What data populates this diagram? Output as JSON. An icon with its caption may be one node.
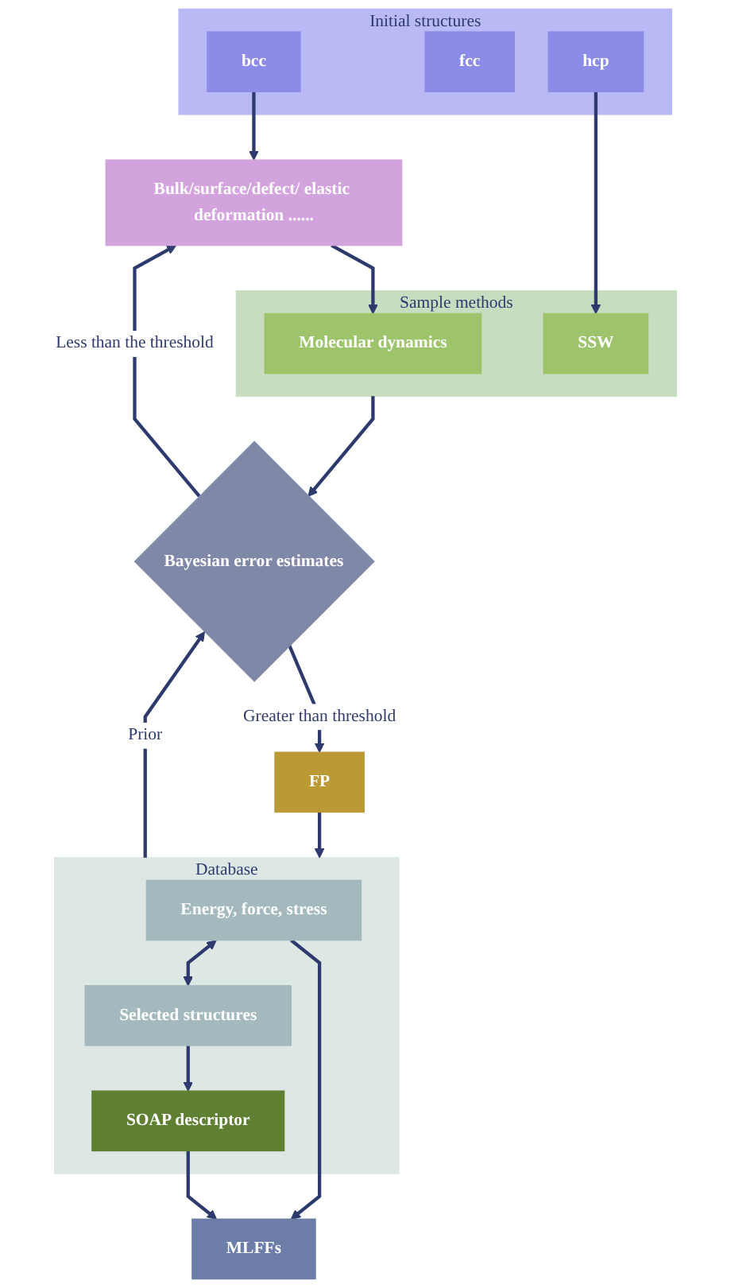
{
  "diagram": {
    "nodes": [
      {
        "text": [
          "Initial structures"
        ]
      },
      {
        "text": [
          "bcc"
        ],
        "in": 0
      },
      {
        "text": [
          "fcc"
        ],
        "in": 0
      },
      {
        "text": [
          "hcp"
        ],
        "in": 0
      },
      {
        "text": [
          "Bulk/surface/defect/ elastic deformation ......"
        ]
      },
      {
        "text": [
          "Sample methods"
        ]
      },
      {
        "text": [
          "Molecular dynamics"
        ],
        "in": 5
      },
      {
        "text": [
          "SSW"
        ],
        "in": 5
      },
      {
        "text": [
          "Bayesian error estimates"
        ]
      },
      {
        "text": [
          "FP"
        ]
      },
      {
        "text": [
          "Database"
        ]
      },
      {
        "text": [
          "Energy, force, stress"
        ],
        "in": 10
      },
      {
        "text": [
          "Selected structures"
        ],
        "in": 10
      },
      {
        "text": [
          "SOAP descriptor"
        ],
        "in": 10
      },
      {
        "text": [
          "MLFFs"
        ]
      }
    ],
    "edges": [
      {
        "from": 1,
        "to": 4,
        "arrow": "to"
      },
      {
        "from": 3,
        "to": 7,
        "arrow": "to"
      },
      {
        "from": 4,
        "to": 6,
        "arrow": "to"
      },
      {
        "from": 5,
        "to": 8,
        "arrow": "to"
      },
      {
        "from": 8,
        "to": 4,
        "arrow": "to",
        "label": "Less than the threshold"
      },
      {
        "from": 8,
        "to": 9,
        "arrow": "to",
        "label": "Greater than threshold"
      },
      {
        "from": 9,
        "to": 10,
        "arrow": "to"
      },
      {
        "from": 11,
        "to": 12,
        "arrow": "both"
      },
      {
        "from": 12,
        "to": 13,
        "arrow": "to"
      },
      {
        "from": 10,
        "to": 8,
        "arrow": "to",
        "label": "Prior"
      },
      {
        "from": 11,
        "to": 14,
        "arrow": "to"
      },
      {
        "from": 13,
        "to": 14,
        "arrow": "to"
      }
    ]
  }
}
